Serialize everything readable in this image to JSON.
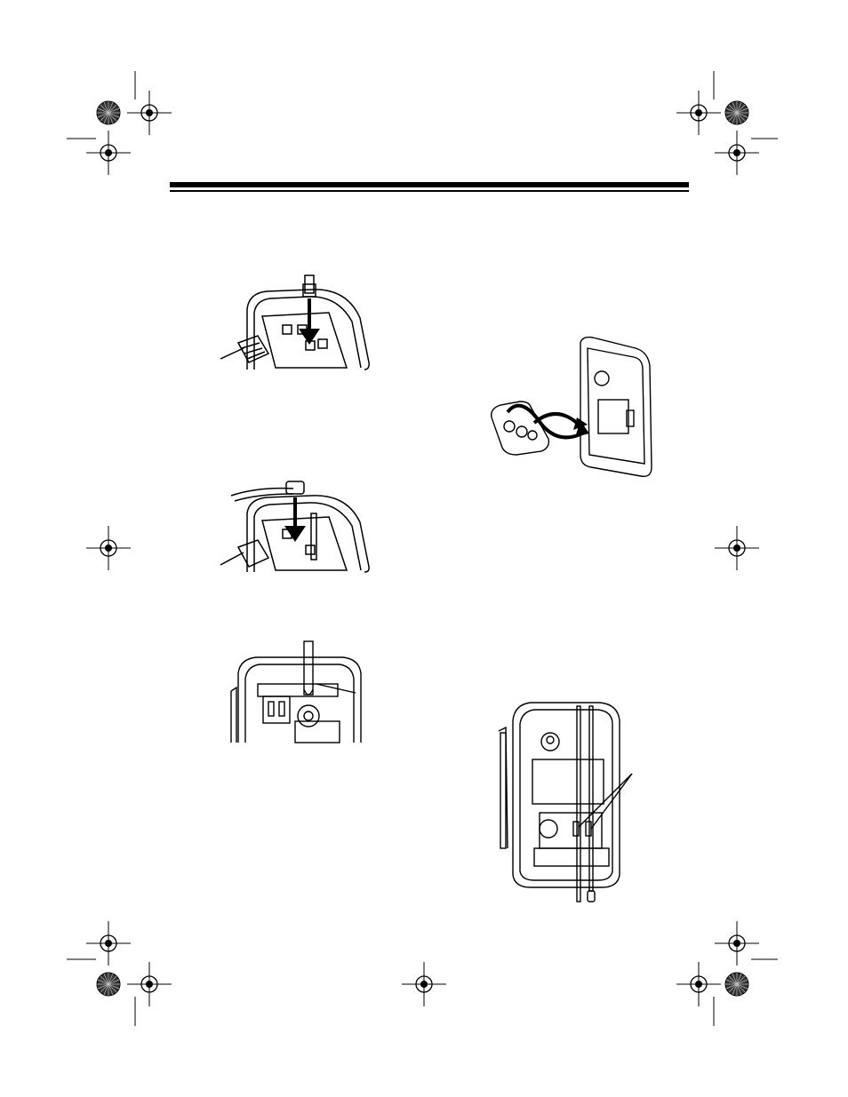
{
  "page": {
    "header_rule_style": "double-black",
    "figures": [
      {
        "id": "fig-phone-line-jack",
        "icon": "phone-line-plug-insert-illustration"
      },
      {
        "id": "fig-power-cord-jack",
        "icon": "power-adapter-plug-insert-illustration"
      },
      {
        "id": "fig-cord-routing-bottom",
        "icon": "base-bottom-cord-channel-illustration"
      },
      {
        "id": "fig-battery-pack",
        "icon": "handset-battery-pack-connect-illustration"
      },
      {
        "id": "fig-wall-mount-base",
        "icon": "wall-mount-base-cord-routing-illustration"
      }
    ]
  }
}
